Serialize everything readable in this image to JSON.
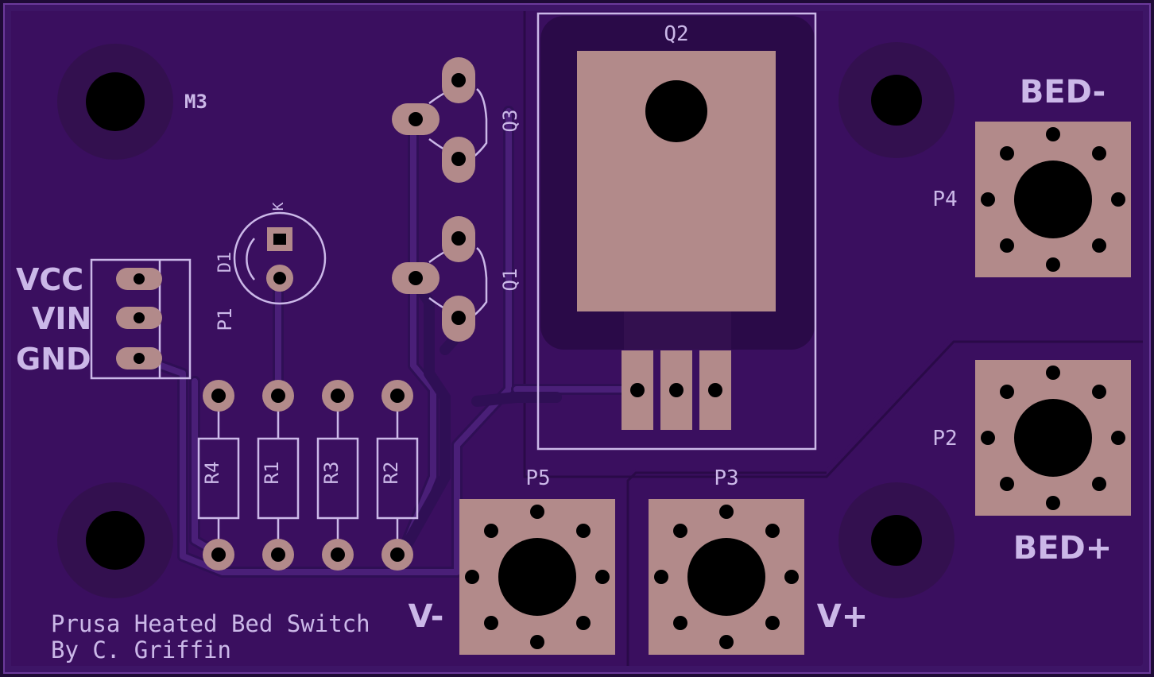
{
  "board": {
    "colors": {
      "substrate": "#3d1566",
      "edge": "#1e0a36",
      "copper_plane": "#3a0f5f",
      "pad": "#b28a8a",
      "silkscreen": "#cbb8e8"
    }
  },
  "labels": {
    "hole_tl": "M3",
    "vcc": "VCC",
    "vin": "VIN",
    "gnd": "GND",
    "p1": "P1",
    "d1": "D1",
    "d1_k": "K",
    "q1": "Q1",
    "q2": "Q2",
    "q3": "Q3",
    "r1": "R1",
    "r2": "R2",
    "r3": "R3",
    "r4": "R4",
    "p2": "P2",
    "p3": "P3",
    "p4": "P4",
    "p5": "P5",
    "bed_minus": "BED-",
    "bed_plus": "BED+",
    "v_minus": "V-",
    "v_plus": "V+",
    "credit_line1": "Prusa Heated Bed Switch",
    "credit_line2": "By C. Griffin"
  }
}
